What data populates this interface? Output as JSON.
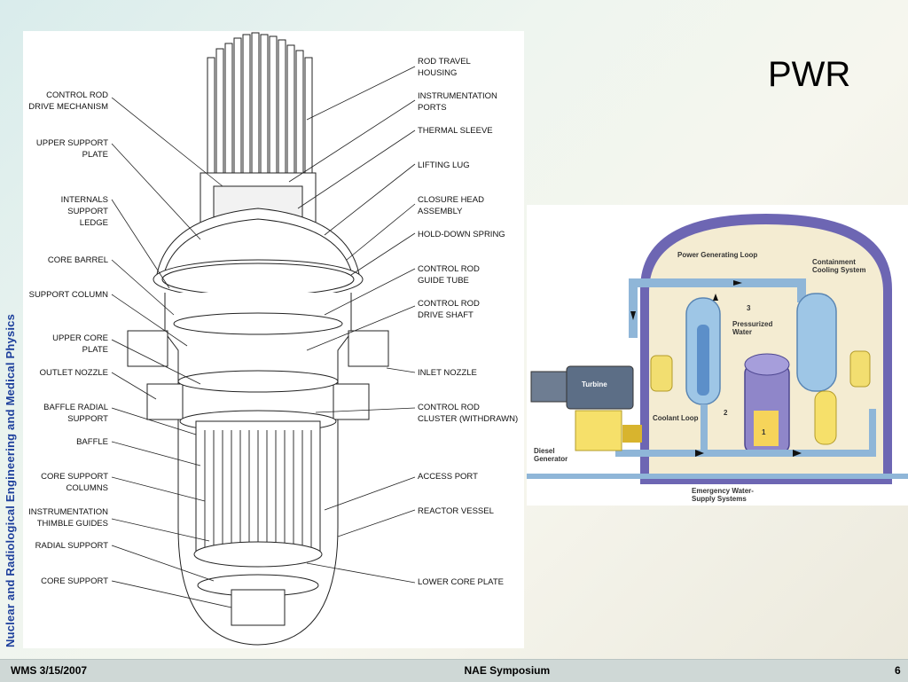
{
  "slide": {
    "title": "PWR",
    "side_label": "Nuclear and Radiological Engineering and Medical Physics"
  },
  "cutaway": {
    "left_labels": [
      "CONTROL ROD\nDRIVE MECHANISM",
      "UPPER SUPPORT\nPLATE",
      "INTERNALS\nSUPPORT\nLEDGE",
      "CORE BARREL",
      "SUPPORT COLUMN",
      "UPPER CORE\nPLATE",
      "OUTLET NOZZLE",
      "BAFFLE RADIAL\nSUPPORT",
      "BAFFLE",
      "CORE SUPPORT\nCOLUMNS",
      "INSTRUMENTATION\nTHIMBLE GUIDES",
      "RADIAL SUPPORT",
      "CORE SUPPORT"
    ],
    "right_labels": [
      "ROD TRAVEL\nHOUSING",
      "INSTRUMENTATION\nPORTS",
      "THERMAL SLEEVE",
      "LIFTING LUG",
      "CLOSURE HEAD\nASSEMBLY",
      "HOLD-DOWN SPRING",
      "CONTROL ROD\nGUIDE TUBE",
      "CONTROL ROD\nDRIVE SHAFT",
      "INLET NOZZLE",
      "CONTROL ROD\nCLUSTER (WITHDRAWN)",
      "ACCESS PORT",
      "REACTOR VESSEL",
      "LOWER CORE PLATE"
    ]
  },
  "schematic": {
    "power_loop": "Power Generating Loop",
    "containment": "Containment\nCooling System",
    "pressurized_water": "Pressurized\nWater",
    "turbine": "Turbine",
    "coolant_loop": "Coolant Loop",
    "diesel": "Diesel\nGenerator",
    "emergency": "Emergency Water-\nSupply Systems",
    "num1": "1",
    "num2": "2",
    "num3": "3"
  },
  "footer": {
    "left": "WMS 3/15/2007",
    "center": "NAE Symposium",
    "page": "6"
  }
}
